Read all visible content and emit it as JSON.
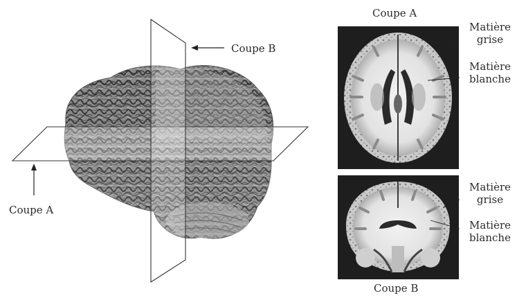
{
  "labels": {
    "coupe_a": "Coupe A",
    "coupe_b": "Coupe B",
    "matiere": "Matière",
    "grise": "grise",
    "blanche": "blanche"
  }
}
